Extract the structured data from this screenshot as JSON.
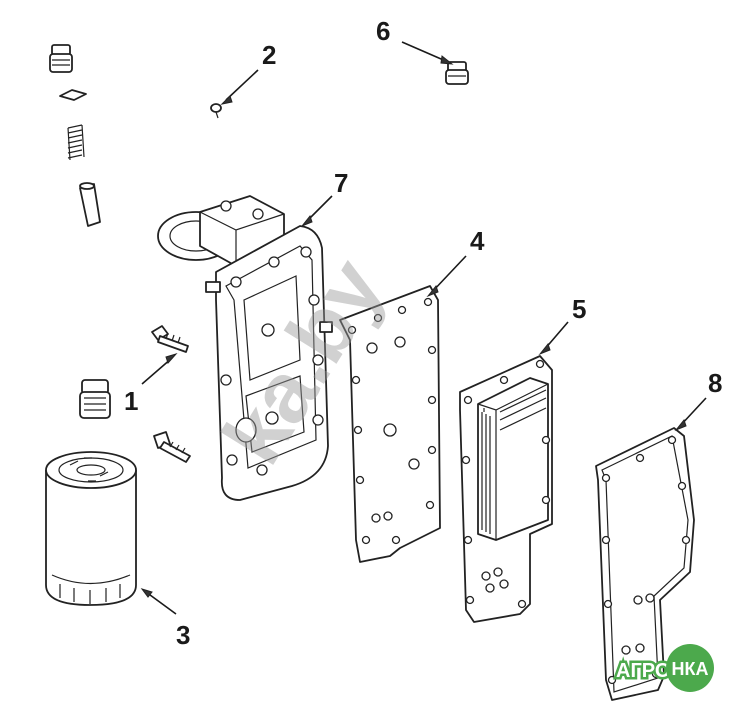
{
  "diagram": {
    "callouts": [
      "1",
      "2",
      "3",
      "4",
      "5",
      "6",
      "7",
      "8"
    ],
    "watermark": "ka.by",
    "logo": {
      "left_text": "АГРО",
      "right_text": "НКА",
      "color": "#4ca94c"
    }
  }
}
